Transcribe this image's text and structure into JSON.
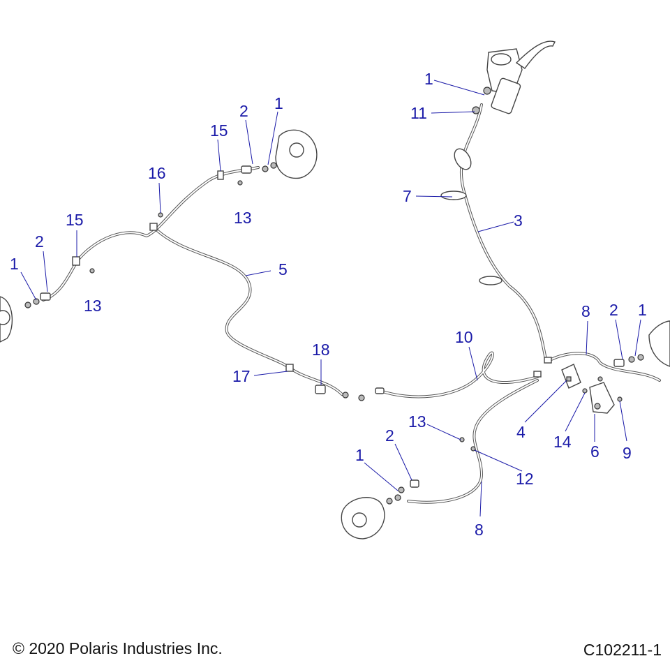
{
  "diagram": {
    "callouts": [
      {
        "id": "c-1-a",
        "label": "1"
      },
      {
        "id": "c-2-a",
        "label": "2"
      },
      {
        "id": "c-15-a",
        "label": "15"
      },
      {
        "id": "c-13-a",
        "label": "13"
      },
      {
        "id": "c-16",
        "label": "16"
      },
      {
        "id": "c-1-b",
        "label": "1"
      },
      {
        "id": "c-2-b",
        "label": "2"
      },
      {
        "id": "c-15-b",
        "label": "15"
      },
      {
        "id": "c-13-b",
        "label": "13"
      },
      {
        "id": "c-5",
        "label": "5"
      },
      {
        "id": "c-17",
        "label": "17"
      },
      {
        "id": "c-18",
        "label": "18"
      },
      {
        "id": "c-1-c",
        "label": "1"
      },
      {
        "id": "c-11",
        "label": "11"
      },
      {
        "id": "c-7",
        "label": "7"
      },
      {
        "id": "c-3",
        "label": "3"
      },
      {
        "id": "c-10",
        "label": "10"
      },
      {
        "id": "c-8-a",
        "label": "8"
      },
      {
        "id": "c-2-c",
        "label": "2"
      },
      {
        "id": "c-1-d",
        "label": "1"
      },
      {
        "id": "c-4",
        "label": "4"
      },
      {
        "id": "c-14",
        "label": "14"
      },
      {
        "id": "c-6",
        "label": "6"
      },
      {
        "id": "c-9",
        "label": "9"
      },
      {
        "id": "c-13-c",
        "label": "13"
      },
      {
        "id": "c-12",
        "label": "12"
      },
      {
        "id": "c-1-e",
        "label": "1"
      },
      {
        "id": "c-2-d",
        "label": "2"
      },
      {
        "id": "c-8-b",
        "label": "8"
      }
    ]
  },
  "footer": {
    "copyright": "© 2020 Polaris Industries Inc.",
    "drawing_id": "C102211-1"
  }
}
